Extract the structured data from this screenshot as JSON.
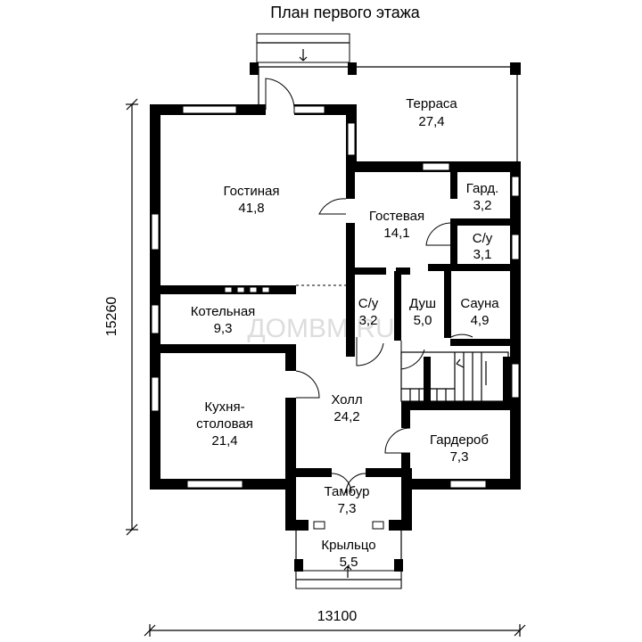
{
  "title": "План первого этажа",
  "dimensions": {
    "width": "13100",
    "height": "15260"
  },
  "watermark": "ДОМВМ.RU",
  "rooms": {
    "terrace": {
      "name": "Терраса",
      "area": "27,4"
    },
    "living": {
      "name": "Гостиная",
      "area": "41,8"
    },
    "guest": {
      "name": "Гостевая",
      "area": "14,1"
    },
    "wardrobe_small": {
      "name": "Гард.",
      "area": "3,2"
    },
    "wc_top": {
      "name": "С/у",
      "area": "3,1"
    },
    "boiler": {
      "name": "Котельная",
      "area": "9,3"
    },
    "wc_mid": {
      "name": "С/у",
      "area": "3,2"
    },
    "shower": {
      "name": "Душ",
      "area": "5,0"
    },
    "sauna": {
      "name": "Сауна",
      "area": "4,9"
    },
    "kitchen": {
      "name_line1": "Кухня-",
      "name_line2": "столовая",
      "area": "21,4"
    },
    "hall": {
      "name": "Холл",
      "area": "24,2"
    },
    "wardrobe": {
      "name": "Гардероб",
      "area": "7,3"
    },
    "vestibule": {
      "name": "Тамбур",
      "area": "7,3"
    },
    "porch": {
      "name": "Крыльцо",
      "area": "5,5"
    }
  },
  "colors": {
    "wall": "#000000",
    "background": "#ffffff",
    "watermark": "#dddddd"
  }
}
